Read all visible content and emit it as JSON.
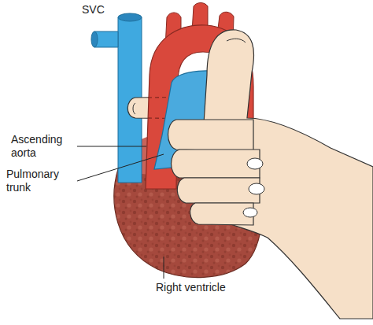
{
  "diagram": {
    "labels": [
      "SVC",
      "Ascending aorta",
      "Pulmonary trunk",
      "Right ventricle"
    ]
  }
}
